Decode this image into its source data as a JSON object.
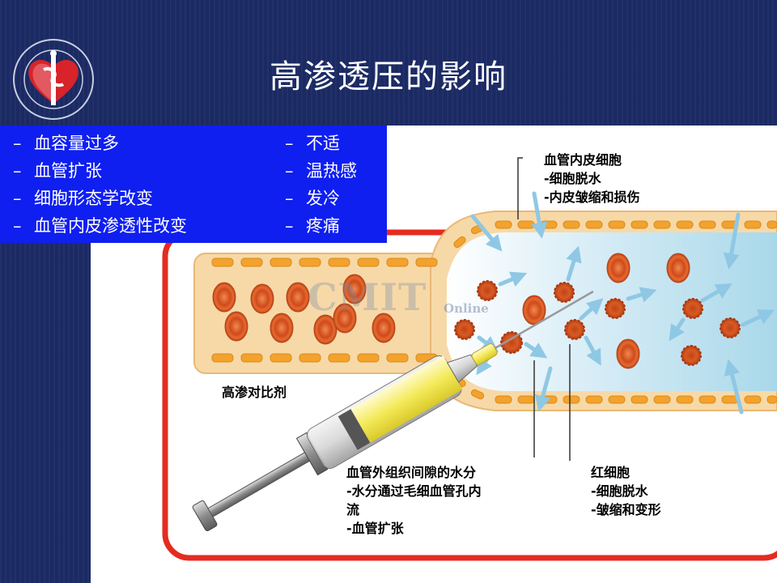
{
  "slide": {
    "title": "高渗透压的影响"
  },
  "symptoms_left": [
    "血容量过多",
    "血管扩张",
    "细胞形态学改变",
    "血管内皮渗透性改变"
  ],
  "symptoms_right": [
    "不适",
    "温热感",
    "发冷",
    "疼痛"
  ],
  "bullet": "–",
  "labels": {
    "endothelial": [
      "血管内皮细胞",
      "-细胞脱水",
      "-内皮皱缩和损伤"
    ],
    "contrast": "高渗对比剂",
    "interstitial": [
      "血管外组织间隙的水分",
      "-水分通过毛细血管孔内",
      "流",
      "-血管扩张"
    ],
    "rbc": [
      "红细胞",
      "-细胞脱水",
      "-皱缩和变形"
    ]
  },
  "watermark": {
    "main": "CMIT",
    "sub": "Online"
  },
  "colors": {
    "background": "#1b2a63",
    "blue_box": "#0f1ff0",
    "vessel_border": "#e52b20",
    "tube": "#f7d9a8",
    "rbc": "#e2622a",
    "arrow": "#8fc8e4"
  }
}
